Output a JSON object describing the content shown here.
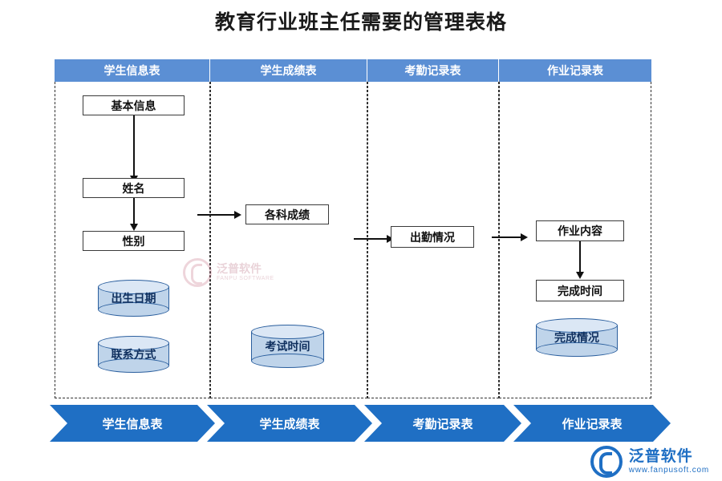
{
  "title": "教育行业班主任需要的管理表格",
  "colors": {
    "header_band": "#5b8fd4",
    "chevron": "#1f6fc4",
    "cylinder_fill": "#bfd4ea",
    "cylinder_stroke": "#2b5f9e",
    "box_stroke": "#3a3a3a",
    "logo": "#1f6fc4"
  },
  "headers": [
    {
      "label": "学生信息表"
    },
    {
      "label": "学生成绩表"
    },
    {
      "label": "考勤记录表"
    },
    {
      "label": "作业记录表"
    }
  ],
  "columns": [
    {
      "name": "学生信息表",
      "boxes": [
        {
          "label": "基本信息"
        },
        {
          "label": "姓名"
        },
        {
          "label": "性别"
        }
      ],
      "cylinders": [
        {
          "label": "出生日期"
        },
        {
          "label": "联系方式"
        }
      ]
    },
    {
      "name": "学生成绩表",
      "boxes": [
        {
          "label": "各科成绩"
        }
      ],
      "cylinders": [
        {
          "label": "考试时间"
        }
      ]
    },
    {
      "name": "考勤记录表",
      "boxes": [
        {
          "label": "出勤情况"
        }
      ],
      "cylinders": []
    },
    {
      "name": "作业记录表",
      "boxes": [
        {
          "label": "作业内容"
        },
        {
          "label": "完成时间"
        }
      ],
      "cylinders": [
        {
          "label": "完成情况"
        }
      ]
    }
  ],
  "chevrons": [
    {
      "label": "学生信息表"
    },
    {
      "label": "学生成绩表"
    },
    {
      "label": "考勤记录表"
    },
    {
      "label": "作业记录表"
    }
  ],
  "watermark": {
    "name_cn": "泛普软件",
    "name_en": "FANPU SOFTWARE"
  },
  "logo": {
    "name_cn": "泛普软件",
    "url": "www.fanpusoft.com"
  }
}
